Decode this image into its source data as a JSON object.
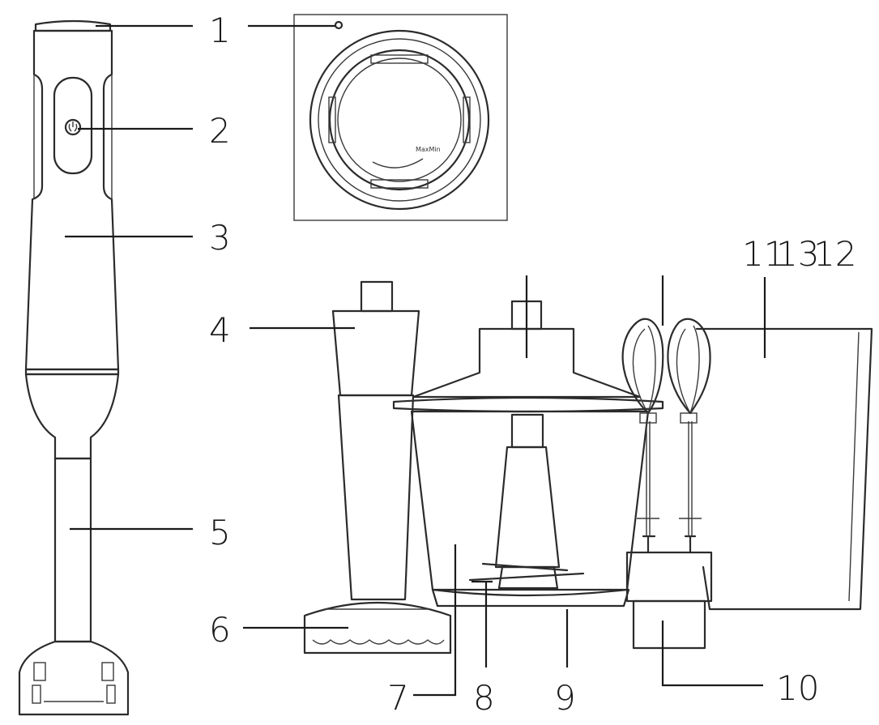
{
  "callouts": {
    "c1": "1",
    "c2": "2",
    "c3": "3",
    "c4": "4",
    "c5": "5",
    "c6": "6",
    "c7": "7",
    "c8": "8",
    "c9": "9",
    "c10": "10",
    "c11": "11",
    "c12": "12",
    "c13": "13"
  },
  "inset": {
    "dial_text": "MaxMin"
  },
  "colors": {
    "line": "#2b2b2b",
    "background": "#ffffff"
  }
}
